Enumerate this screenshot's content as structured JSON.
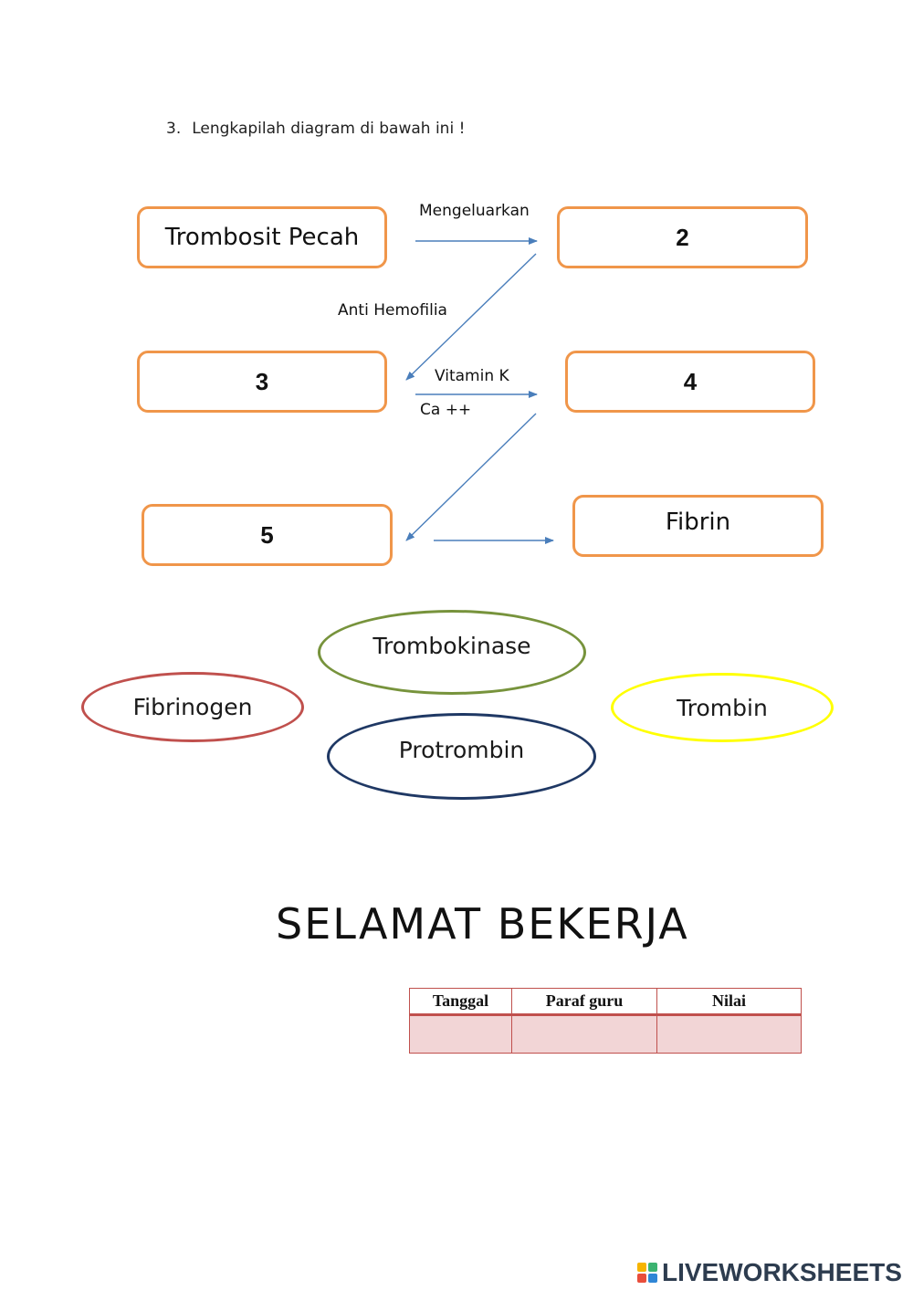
{
  "question": {
    "number": "3.",
    "text": "Lengkapilah diagram di bawah ini !"
  },
  "diagram": {
    "boxes": {
      "start": "Trombosit Pecah",
      "blank2": "2",
      "blank3": "3",
      "blank4": "4",
      "blank5": "5",
      "end": "Fibrin"
    },
    "labels": {
      "mengeluarkan": "Mengeluarkan",
      "anti_hemofilia": "Anti Hemofilia",
      "vitamin_k": "Vitamin K",
      "ca": "Ca ++"
    },
    "arrow_color": "#4a7ebb",
    "box_border_color": "#f0964a"
  },
  "choices": [
    {
      "label": "Trombokinase",
      "color": "#77933c"
    },
    {
      "label": "Fibrinogen",
      "color": "#c0504d"
    },
    {
      "label": "Protrombin",
      "color": "#1f3864"
    },
    {
      "label": "Trombin",
      "color": "#ffff00"
    }
  ],
  "greeting": "SELAMAT BEKERJA",
  "grade_table": {
    "headers": [
      "Tanggal",
      "Paraf guru",
      "Nilai"
    ],
    "rows": [
      [
        "",
        "",
        ""
      ]
    ],
    "border_color": "#c0504d",
    "fill_color": "#f2d5d6"
  },
  "brand": {
    "text": "LIVEWORKSHEETS",
    "icon_colors": [
      "#f6b400",
      "#3cb371",
      "#e94e3c",
      "#2f86d6"
    ]
  }
}
